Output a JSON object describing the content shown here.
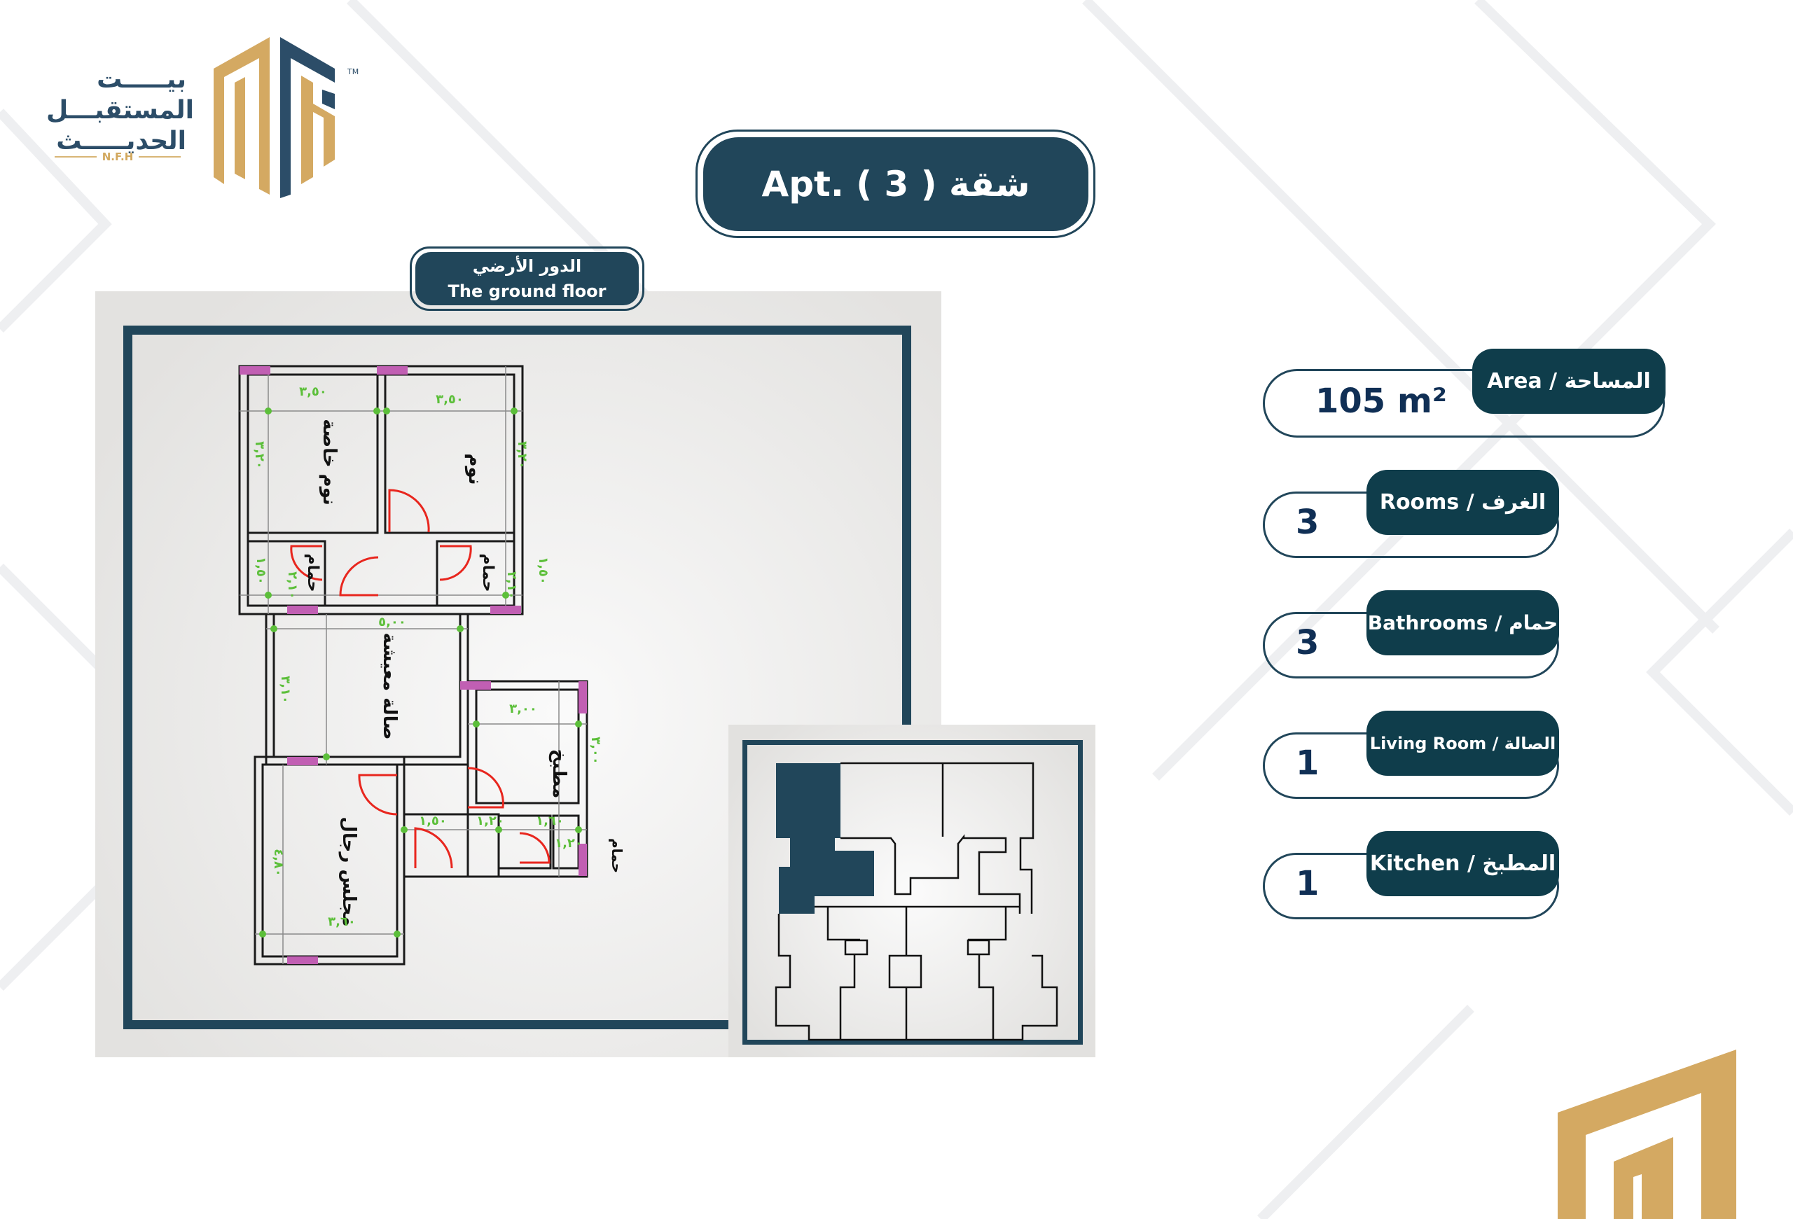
{
  "brand": {
    "name_ar_line1": "بيـــــت",
    "name_ar_line2": "المستقبـــل",
    "name_ar_line3": "الحديـــــث",
    "abbr": "N.F.H",
    "trademark": "TM",
    "colors": {
      "gold": "#d4a962",
      "navy": "#2c4d68"
    }
  },
  "header": {
    "title": "Apt. ( 3 ) شقة"
  },
  "floor": {
    "label_ar": "الدور الأرضي",
    "label_en": "The ground floor"
  },
  "plan": {
    "rooms": {
      "master_bedroom": "نوم خاصة",
      "bedroom": "نوم",
      "bath_left": "حمام",
      "bath_right": "حمام",
      "living": "صالة معيشة",
      "kitchen": "مطبخ",
      "majlis": "مجلس رجال",
      "bath_small": "حمام"
    },
    "dimensions": {
      "master_w": "٣,٥٠",
      "master_h": "٣,٢٠",
      "bed_w": "٣,٥٠",
      "bed_h": "٣,٢٠",
      "bath_l_h": "١,٥٠",
      "bath_l_w": "٢,١٠",
      "bath_r_h": "١,٥٠",
      "bath_r_w": "٢,١٠",
      "living_w": "٥,٠٠",
      "living_h": "٣,١٠",
      "kitchen_w": "٣,٠٠",
      "kitchen_h": "٣,٠٠",
      "corr_w": "١,٥٠",
      "store_w": "١,٢٠",
      "bath_s_w": "١,٦٠",
      "bath_s_h": "١,٢٠",
      "majlis_h": "٤,٨٠",
      "majlis_w": "٣,٦٠"
    },
    "colors": {
      "wall": "#1a1a1a",
      "door": "#e8261e",
      "window": "#c15fb3",
      "dimension": "#5cbf3a"
    }
  },
  "stats": [
    {
      "label": "Area / المساحة",
      "value": "105 m²"
    },
    {
      "label": "Rooms / الغرف",
      "value": "3"
    },
    {
      "label": "Bathrooms / حمام",
      "value": "3"
    },
    {
      "label": "Living Room / الصالة",
      "value": "1"
    },
    {
      "label": "Kitchen / المطبخ",
      "value": "1"
    }
  ]
}
